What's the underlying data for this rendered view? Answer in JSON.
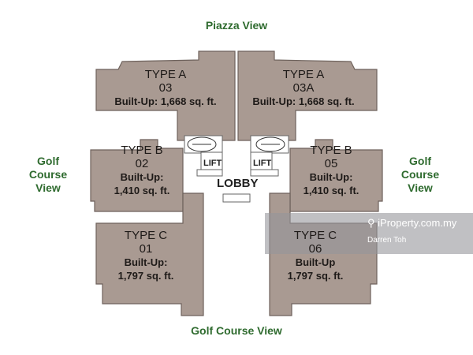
{
  "views": {
    "top": "Piazza View",
    "left": "Golf Course View",
    "right": "Golf Course View",
    "bottom": "Golf Course View"
  },
  "units": [
    {
      "type": "TYPE A",
      "no": "03",
      "area": "Built-Up: 1,668 sq. ft."
    },
    {
      "type": "TYPE A",
      "no": "03A",
      "area": "Built-Up: 1,668 sq. ft."
    },
    {
      "type": "TYPE B",
      "no": "02",
      "area_label": "Built-Up:",
      "area": "1,410 sq. ft."
    },
    {
      "type": "TYPE B",
      "no": "05",
      "area_label": "Built-Up:",
      "area": "1,410 sq. ft."
    },
    {
      "type": "TYPE C",
      "no": "01",
      "area_label": "Built-Up:",
      "area": "1,797 sq. ft."
    },
    {
      "type": "TYPE C",
      "no": "06",
      "area_label": "Built-Up",
      "area": "1,797 sq. ft."
    }
  ],
  "core": {
    "lift_left": "LIFT",
    "lift_right": "LIFT",
    "lobby": "LOBBY"
  },
  "watermark": {
    "site": "iProperty.com.my",
    "agent": "Darren Toh"
  },
  "colors": {
    "unit": "#a99a92",
    "view_text": "#2f6b2f"
  }
}
